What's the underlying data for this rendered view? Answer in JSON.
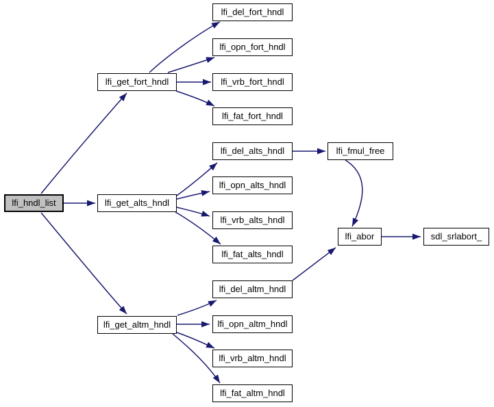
{
  "diagram": {
    "type": "call-graph",
    "background": "#ffffff",
    "colors": {
      "edge": "#191970",
      "node_fill": "#ffffff",
      "node_border": "#000000",
      "highlight_node_fill": "#c0c0c0",
      "text": "#000000"
    },
    "nodes": [
      {
        "id": "lfi_hndl_list",
        "label": "lfi_hndl_list",
        "highlighted": true
      },
      {
        "id": "lfi_get_fort_hndl",
        "label": "lfi_get_fort_hndl",
        "highlighted": false
      },
      {
        "id": "lfi_get_alts_hndl",
        "label": "lfi_get_alts_hndl",
        "highlighted": false
      },
      {
        "id": "lfi_get_altm_hndl",
        "label": "lfi_get_altm_hndl",
        "highlighted": false
      },
      {
        "id": "lfi_del_fort_hndl",
        "label": "lfi_del_fort_hndl",
        "highlighted": false
      },
      {
        "id": "lfi_opn_fort_hndl",
        "label": "lfi_opn_fort_hndl",
        "highlighted": false
      },
      {
        "id": "lfi_vrb_fort_hndl",
        "label": "lfi_vrb_fort_hndl",
        "highlighted": false
      },
      {
        "id": "lfi_fat_fort_hndl",
        "label": "lfi_fat_fort_hndl",
        "highlighted": false
      },
      {
        "id": "lfi_del_alts_hndl",
        "label": "lfi_del_alts_hndl",
        "highlighted": false
      },
      {
        "id": "lfi_opn_alts_hndl",
        "label": "lfi_opn_alts_hndl",
        "highlighted": false
      },
      {
        "id": "lfi_vrb_alts_hndl",
        "label": "lfi_vrb_alts_hndl",
        "highlighted": false
      },
      {
        "id": "lfi_fat_alts_hndl",
        "label": "lfi_fat_alts_hndl",
        "highlighted": false
      },
      {
        "id": "lfi_del_altm_hndl",
        "label": "lfi_del_altm_hndl",
        "highlighted": false
      },
      {
        "id": "lfi_opn_altm_hndl",
        "label": "lfi_opn_altm_hndl",
        "highlighted": false
      },
      {
        "id": "lfi_vrb_altm_hndl",
        "label": "lfi_vrb_altm_hndl",
        "highlighted": false
      },
      {
        "id": "lfi_fat_altm_hndl",
        "label": "lfi_fat_altm_hndl",
        "highlighted": false
      },
      {
        "id": "lfi_fmul_free",
        "label": "lfi_fmul_free",
        "highlighted": false
      },
      {
        "id": "lfi_abor",
        "label": "lfi_abor",
        "highlighted": false
      },
      {
        "id": "sdl_srlabort_",
        "label": "sdl_srlabort_",
        "highlighted": false
      }
    ],
    "edges": [
      {
        "from": "lfi_hndl_list",
        "to": "lfi_get_fort_hndl"
      },
      {
        "from": "lfi_hndl_list",
        "to": "lfi_get_alts_hndl"
      },
      {
        "from": "lfi_hndl_list",
        "to": "lfi_get_altm_hndl"
      },
      {
        "from": "lfi_get_fort_hndl",
        "to": "lfi_del_fort_hndl"
      },
      {
        "from": "lfi_get_fort_hndl",
        "to": "lfi_opn_fort_hndl"
      },
      {
        "from": "lfi_get_fort_hndl",
        "to": "lfi_vrb_fort_hndl"
      },
      {
        "from": "lfi_get_fort_hndl",
        "to": "lfi_fat_fort_hndl"
      },
      {
        "from": "lfi_get_alts_hndl",
        "to": "lfi_del_alts_hndl"
      },
      {
        "from": "lfi_get_alts_hndl",
        "to": "lfi_opn_alts_hndl"
      },
      {
        "from": "lfi_get_alts_hndl",
        "to": "lfi_vrb_alts_hndl"
      },
      {
        "from": "lfi_get_alts_hndl",
        "to": "lfi_fat_alts_hndl"
      },
      {
        "from": "lfi_get_altm_hndl",
        "to": "lfi_del_altm_hndl"
      },
      {
        "from": "lfi_get_altm_hndl",
        "to": "lfi_opn_altm_hndl"
      },
      {
        "from": "lfi_get_altm_hndl",
        "to": "lfi_vrb_altm_hndl"
      },
      {
        "from": "lfi_get_altm_hndl",
        "to": "lfi_fat_altm_hndl"
      },
      {
        "from": "lfi_del_alts_hndl",
        "to": "lfi_fmul_free"
      },
      {
        "from": "lfi_del_alts_hndl",
        "to": "lfi_abor"
      },
      {
        "from": "lfi_del_altm_hndl",
        "to": "lfi_abor"
      },
      {
        "from": "lfi_abor",
        "to": "sdl_srlabort_"
      }
    ]
  }
}
